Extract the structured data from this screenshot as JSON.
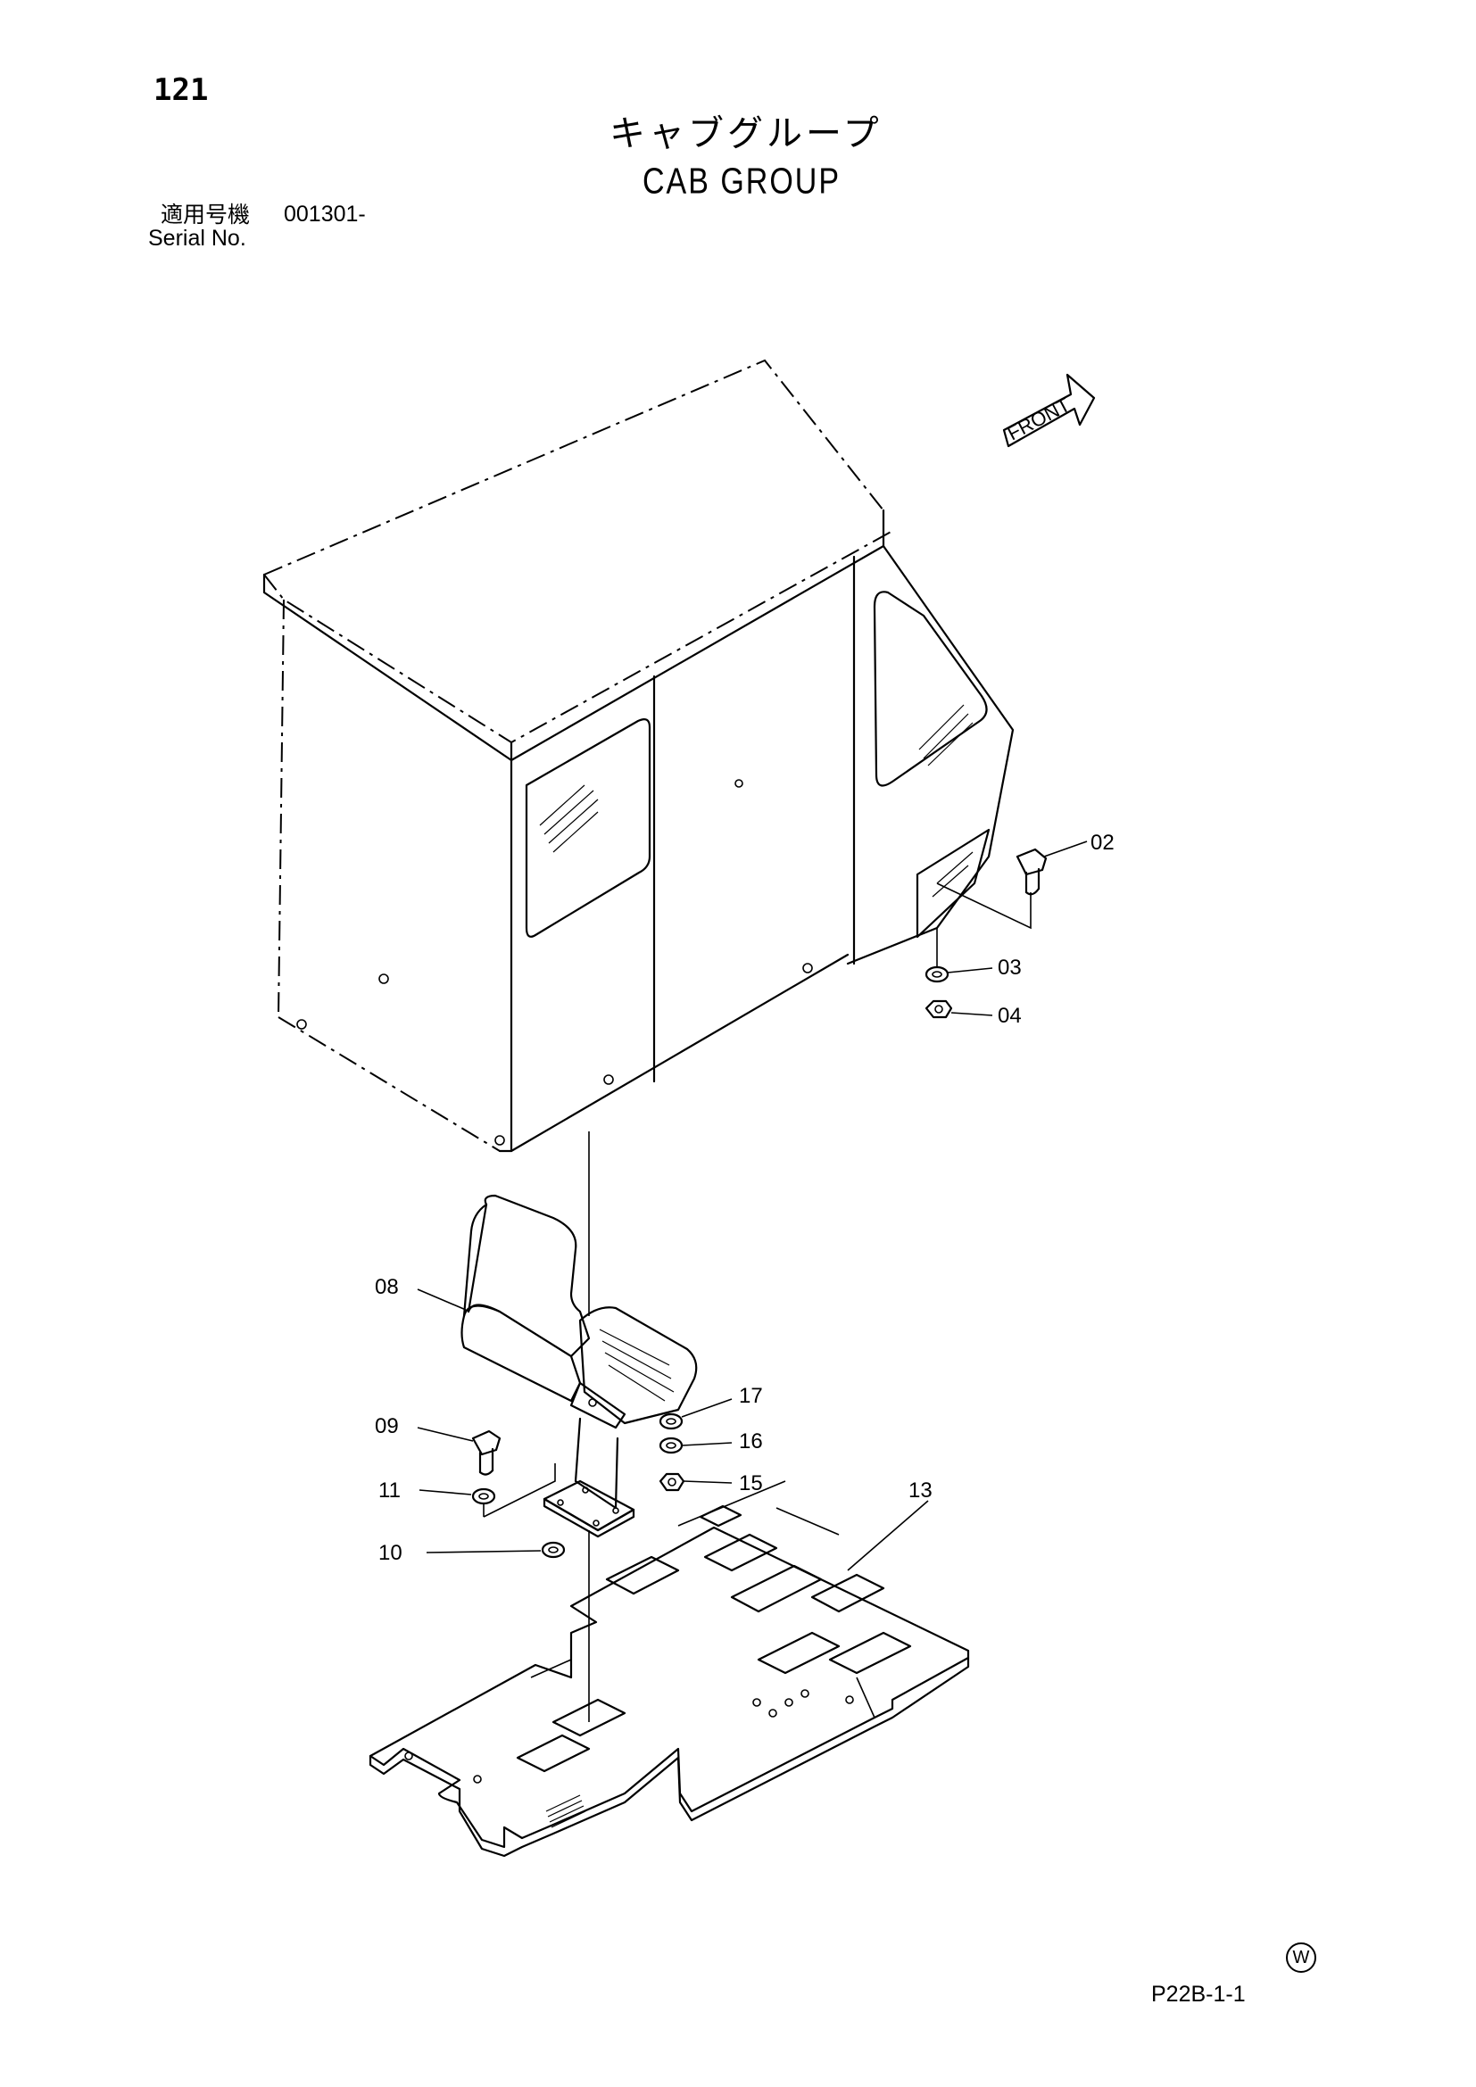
{
  "page_number": "121",
  "title_jp": "キャブグループ",
  "title_en": "CAB GROUP",
  "serial": {
    "label_jp": "適用号機",
    "value": "001301-",
    "label_en": "Serial No."
  },
  "front_label": "FRONT",
  "callouts": [
    {
      "id": "02",
      "label": "02"
    },
    {
      "id": "03",
      "label": "03"
    },
    {
      "id": "04",
      "label": "04"
    },
    {
      "id": "08",
      "label": "08"
    },
    {
      "id": "09",
      "label": "09"
    },
    {
      "id": "10",
      "label": "10"
    },
    {
      "id": "11",
      "label": "11"
    },
    {
      "id": "13",
      "label": "13"
    },
    {
      "id": "15",
      "label": "15"
    },
    {
      "id": "16",
      "label": "16"
    },
    {
      "id": "17",
      "label": "17"
    }
  ],
  "maker_mark": "W",
  "page_code": "P22B-1-1"
}
